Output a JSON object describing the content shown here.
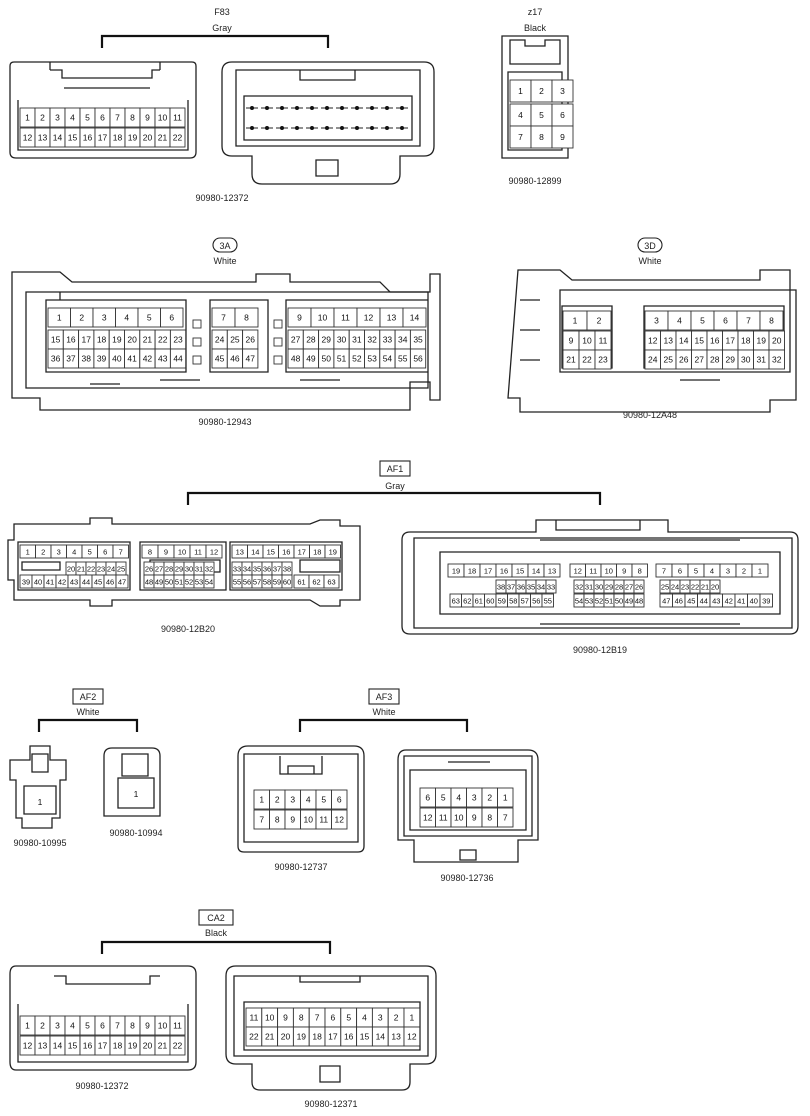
{
  "groups": {
    "f83": {
      "code": "F83",
      "color": "Gray"
    },
    "z17": {
      "code": "z17",
      "color": "Black"
    },
    "g3a": {
      "code": "3A",
      "color": "White"
    },
    "g3d": {
      "code": "3D",
      "color": "White"
    },
    "af1": {
      "code": "AF1",
      "color": "Gray"
    },
    "af2": {
      "code": "AF2",
      "color": "White"
    },
    "af3": {
      "code": "AF3",
      "color": "White"
    },
    "ca2": {
      "code": "CA2",
      "color": "Black"
    }
  },
  "parts": {
    "f83": "90980-12372",
    "z17": "90980-12899",
    "g3a": "90980-12943",
    "g3d": "90980-12A48",
    "af1a": "90980-12B20",
    "af1b": "90980-12B19",
    "af2a": "90980-10995",
    "af2b": "90980-10994",
    "af3a": "90980-12737",
    "af3b": "90980-12736",
    "ca2a": "90980-12372",
    "ca2b": "90980-12371"
  },
  "pins": {
    "f83": [
      [
        "1",
        "2",
        "3",
        "4",
        "5",
        "6",
        "7",
        "8",
        "9",
        "10",
        "11"
      ],
      [
        "12",
        "13",
        "14",
        "15",
        "16",
        "17",
        "18",
        "19",
        "20",
        "21",
        "22"
      ]
    ],
    "z17": [
      [
        "1",
        "2",
        "3"
      ],
      [
        "4",
        "5",
        "6"
      ],
      [
        "7",
        "8",
        "9"
      ]
    ],
    "g3a_1": [
      [
        "1",
        "2",
        "3",
        "4",
        "5",
        "6"
      ],
      [
        "15",
        "16",
        "17",
        "18",
        "19",
        "20",
        "21",
        "22",
        "23"
      ],
      [
        "36",
        "37",
        "38",
        "39",
        "40",
        "41",
        "42",
        "43",
        "44"
      ]
    ],
    "g3a_2": [
      [
        "7",
        "8"
      ],
      [
        "24",
        "25",
        "26"
      ],
      [
        "45",
        "46",
        "47"
      ]
    ],
    "g3a_3": [
      [
        "9",
        "10",
        "11",
        "12",
        "13",
        "14"
      ],
      [
        "27",
        "28",
        "29",
        "30",
        "31",
        "32",
        "33",
        "34",
        "35"
      ],
      [
        "48",
        "49",
        "50",
        "51",
        "52",
        "53",
        "54",
        "55",
        "56"
      ]
    ],
    "g3d_1": [
      [
        "1",
        "2"
      ],
      [
        "9",
        "10",
        "11"
      ],
      [
        "21",
        "22",
        "23"
      ]
    ],
    "g3d_2": [
      [
        "3",
        "4",
        "5",
        "6",
        "7",
        "8"
      ],
      [
        "12",
        "13",
        "14",
        "15",
        "16",
        "17",
        "18",
        "19",
        "20"
      ],
      [
        "24",
        "25",
        "26",
        "27",
        "28",
        "29",
        "30",
        "31",
        "32"
      ]
    ],
    "af1a_1": [
      [
        "1",
        "2",
        "3",
        "4",
        "5",
        "6",
        "7"
      ],
      [
        "20",
        "21",
        "22",
        "23",
        "24",
        "25"
      ],
      [
        "39",
        "40",
        "41",
        "42",
        "43",
        "44",
        "45",
        "46",
        "47"
      ]
    ],
    "af1a_2": [
      [
        "8",
        "9",
        "10",
        "11",
        "12"
      ],
      [
        "26",
        "27",
        "28",
        "29",
        "30",
        "31",
        "32"
      ],
      [
        "48",
        "49",
        "50",
        "51",
        "52",
        "53",
        "54"
      ]
    ],
    "af1a_3": [
      [
        "13",
        "14",
        "15",
        "16",
        "17",
        "18",
        "19"
      ],
      [
        "33",
        "34",
        "35",
        "36",
        "37",
        "38"
      ],
      [
        "55",
        "56",
        "57",
        "58",
        "59",
        "60"
      ],
      [
        "61",
        "62",
        "63"
      ]
    ],
    "af1b_1": [
      [
        "19",
        "18",
        "17",
        "16",
        "15",
        "14",
        "13"
      ],
      [
        "38",
        "37",
        "36",
        "35",
        "34",
        "33"
      ],
      [
        "63",
        "62",
        "61",
        "60",
        "59",
        "58",
        "57",
        "56",
        "55"
      ]
    ],
    "af1b_2": [
      [
        "12",
        "11",
        "10",
        "9",
        "8"
      ],
      [
        "32",
        "31",
        "30",
        "29",
        "28",
        "27",
        "26"
      ],
      [
        "54",
        "53",
        "52",
        "51",
        "50",
        "49",
        "48"
      ]
    ],
    "af1b_3": [
      [
        "7",
        "6",
        "5",
        "4",
        "3",
        "2",
        "1"
      ],
      [
        "25",
        "24",
        "23",
        "22",
        "21",
        "20"
      ],
      [
        "47",
        "46",
        "45",
        "44",
        "43",
        "42",
        "41",
        "40",
        "39"
      ]
    ],
    "af2a": [
      "1"
    ],
    "af2b": [
      "1"
    ],
    "af3a": [
      [
        "1",
        "2",
        "3",
        "4",
        "5",
        "6"
      ],
      [
        "7",
        "8",
        "9",
        "10",
        "11",
        "12"
      ]
    ],
    "af3b": [
      [
        "6",
        "5",
        "4",
        "3",
        "2",
        "1"
      ],
      [
        "12",
        "11",
        "10",
        "9",
        "8",
        "7"
      ]
    ],
    "ca2a": [
      [
        "1",
        "2",
        "3",
        "4",
        "5",
        "6",
        "7",
        "8",
        "9",
        "10",
        "11"
      ],
      [
        "12",
        "13",
        "14",
        "15",
        "16",
        "17",
        "18",
        "19",
        "20",
        "21",
        "22"
      ]
    ],
    "ca2b": [
      [
        "11",
        "10",
        "9",
        "8",
        "7",
        "6",
        "5",
        "4",
        "3",
        "2",
        "1"
      ],
      [
        "22",
        "21",
        "20",
        "19",
        "18",
        "17",
        "16",
        "15",
        "14",
        "13",
        "12"
      ]
    ]
  }
}
